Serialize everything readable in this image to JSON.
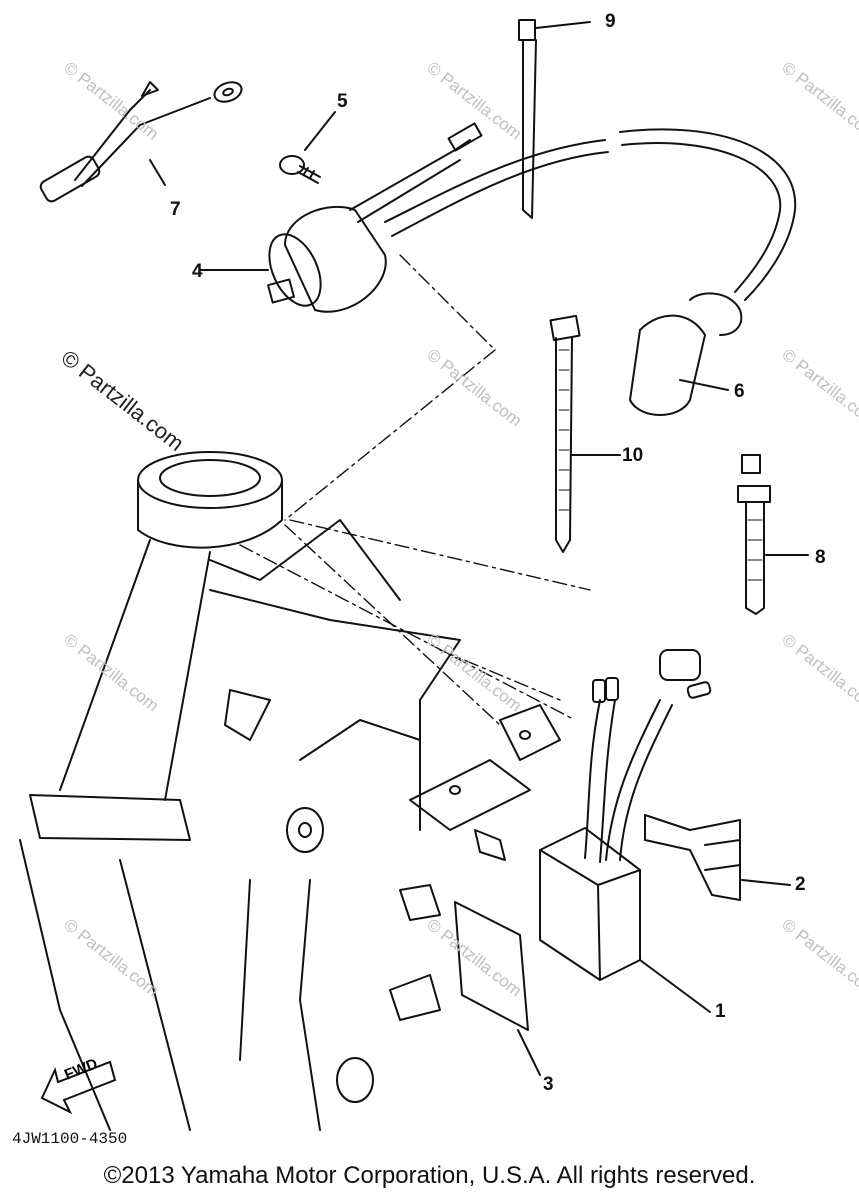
{
  "watermark_main": "© Partzilla.com",
  "watermark_repeat": "© Partzilla.com",
  "callouts": [
    "1",
    "2",
    "3",
    "4",
    "5",
    "6",
    "7",
    "8",
    "9",
    "10"
  ],
  "fwd_label": "FWD",
  "diagram_code": "4JW1100-4350",
  "copyright": "©2013 Yamaha Motor Corporation, U.S.A. All rights reserved."
}
